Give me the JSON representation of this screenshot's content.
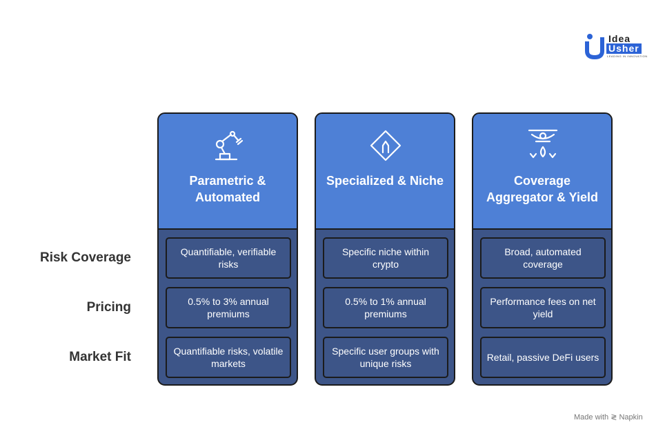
{
  "brand": {
    "line1": "Idea",
    "line2": "Usher",
    "tagline": "LEADING IN INNOVATION"
  },
  "rows": [
    "Risk Coverage",
    "Pricing",
    "Market Fit"
  ],
  "cards": [
    {
      "title": "Parametric & Automated",
      "icon": "robot-arm-icon",
      "cells": [
        "Quantifiable, verifiable risks",
        "0.5% to 3% annual premiums",
        "Quantifiable risks, volatile markets"
      ]
    },
    {
      "title": "Specialized & Niche",
      "icon": "diverging-arrows-icon",
      "cells": [
        "Specific niche within crypto",
        "0.5% to 1% annual premiums",
        "Specific user groups with unique risks"
      ]
    },
    {
      "title": "Coverage Aggregator & Yield",
      "icon": "funnel-drop-icon",
      "cells": [
        "Broad, automated coverage",
        "Performance fees on net yield",
        "Retail, passive DeFi users"
      ]
    }
  ],
  "footer": "Made with ≷ Napkin",
  "colors": {
    "header": "#4e80d6",
    "body": "#3d5588",
    "border": "#1b1b1b",
    "brand": "#2c63d6"
  }
}
